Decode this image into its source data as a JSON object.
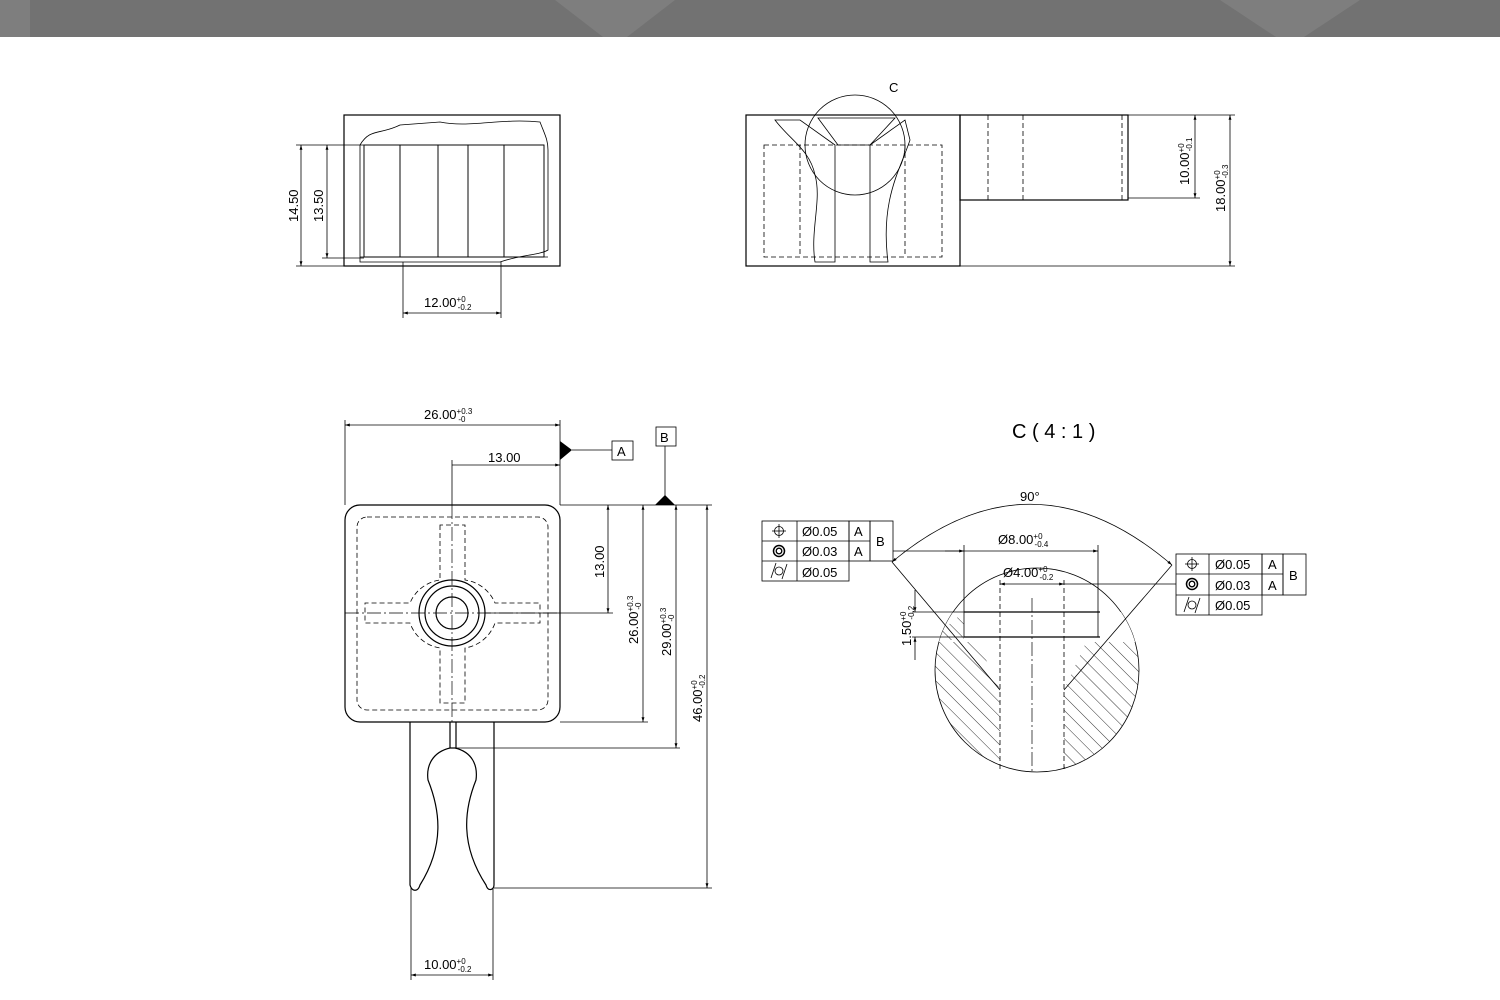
{
  "section_label": "C",
  "view_top_left": {
    "dim_height_outer": "14.50",
    "dim_height_inner": "13.50",
    "dim_width": {
      "base": "12.00",
      "upper": "+0",
      "lower": "-0.2"
    }
  },
  "view_top_right": {
    "dim_step": {
      "base": "10.00",
      "upper": "+0",
      "lower": "-0.1"
    },
    "dim_height": {
      "base": "18.00",
      "upper": "+0",
      "lower": "-0.3"
    }
  },
  "view_front": {
    "dim_width": {
      "base": "26.00",
      "upper": "+0.3",
      "lower": "-0"
    },
    "dim_half_width": "13.00",
    "datum_a": "A",
    "datum_b": "B",
    "dim_half_height": "13.00",
    "dim_body_height": {
      "base": "26.00",
      "upper": "+0.3",
      "lower": "-0"
    },
    "dim_slot_height": {
      "base": "29.00",
      "upper": "+0.3",
      "lower": "-0"
    },
    "dim_total_height": {
      "base": "46.00",
      "upper": "+0",
      "lower": "-0.2"
    },
    "dim_tab_width": {
      "base": "10.00",
      "upper": "+0",
      "lower": "-0.2"
    }
  },
  "detail": {
    "title": "C ( 4 : 1 )",
    "angle": "90°",
    "dim_counterbore": {
      "base": "Ø8.00",
      "upper": "+0",
      "lower": "-0.4"
    },
    "dim_hole": {
      "base": "Ø4.00",
      "upper": "+0",
      "lower": "-0.2"
    },
    "dim_depth": {
      "base": "1.50",
      "upper": "+0",
      "lower": "-0.2"
    },
    "fcf_left": [
      {
        "symbol": "position-icon",
        "value": "Ø0.05",
        "datum": "A"
      },
      {
        "symbol": "concentricity-icon",
        "value": "Ø0.03",
        "datum": "A"
      },
      {
        "symbol": "cylindricity-icon",
        "value": "Ø0.05",
        "datum": ""
      }
    ],
    "fcf_left_datum_b": "B",
    "fcf_right": [
      {
        "symbol": "position-icon",
        "value": "Ø0.05",
        "datum": "A"
      },
      {
        "symbol": "concentricity-icon",
        "value": "Ø0.03",
        "datum": "A"
      },
      {
        "symbol": "cylindricity-icon",
        "value": "Ø0.05",
        "datum": ""
      }
    ],
    "fcf_right_datum_b": "B"
  }
}
